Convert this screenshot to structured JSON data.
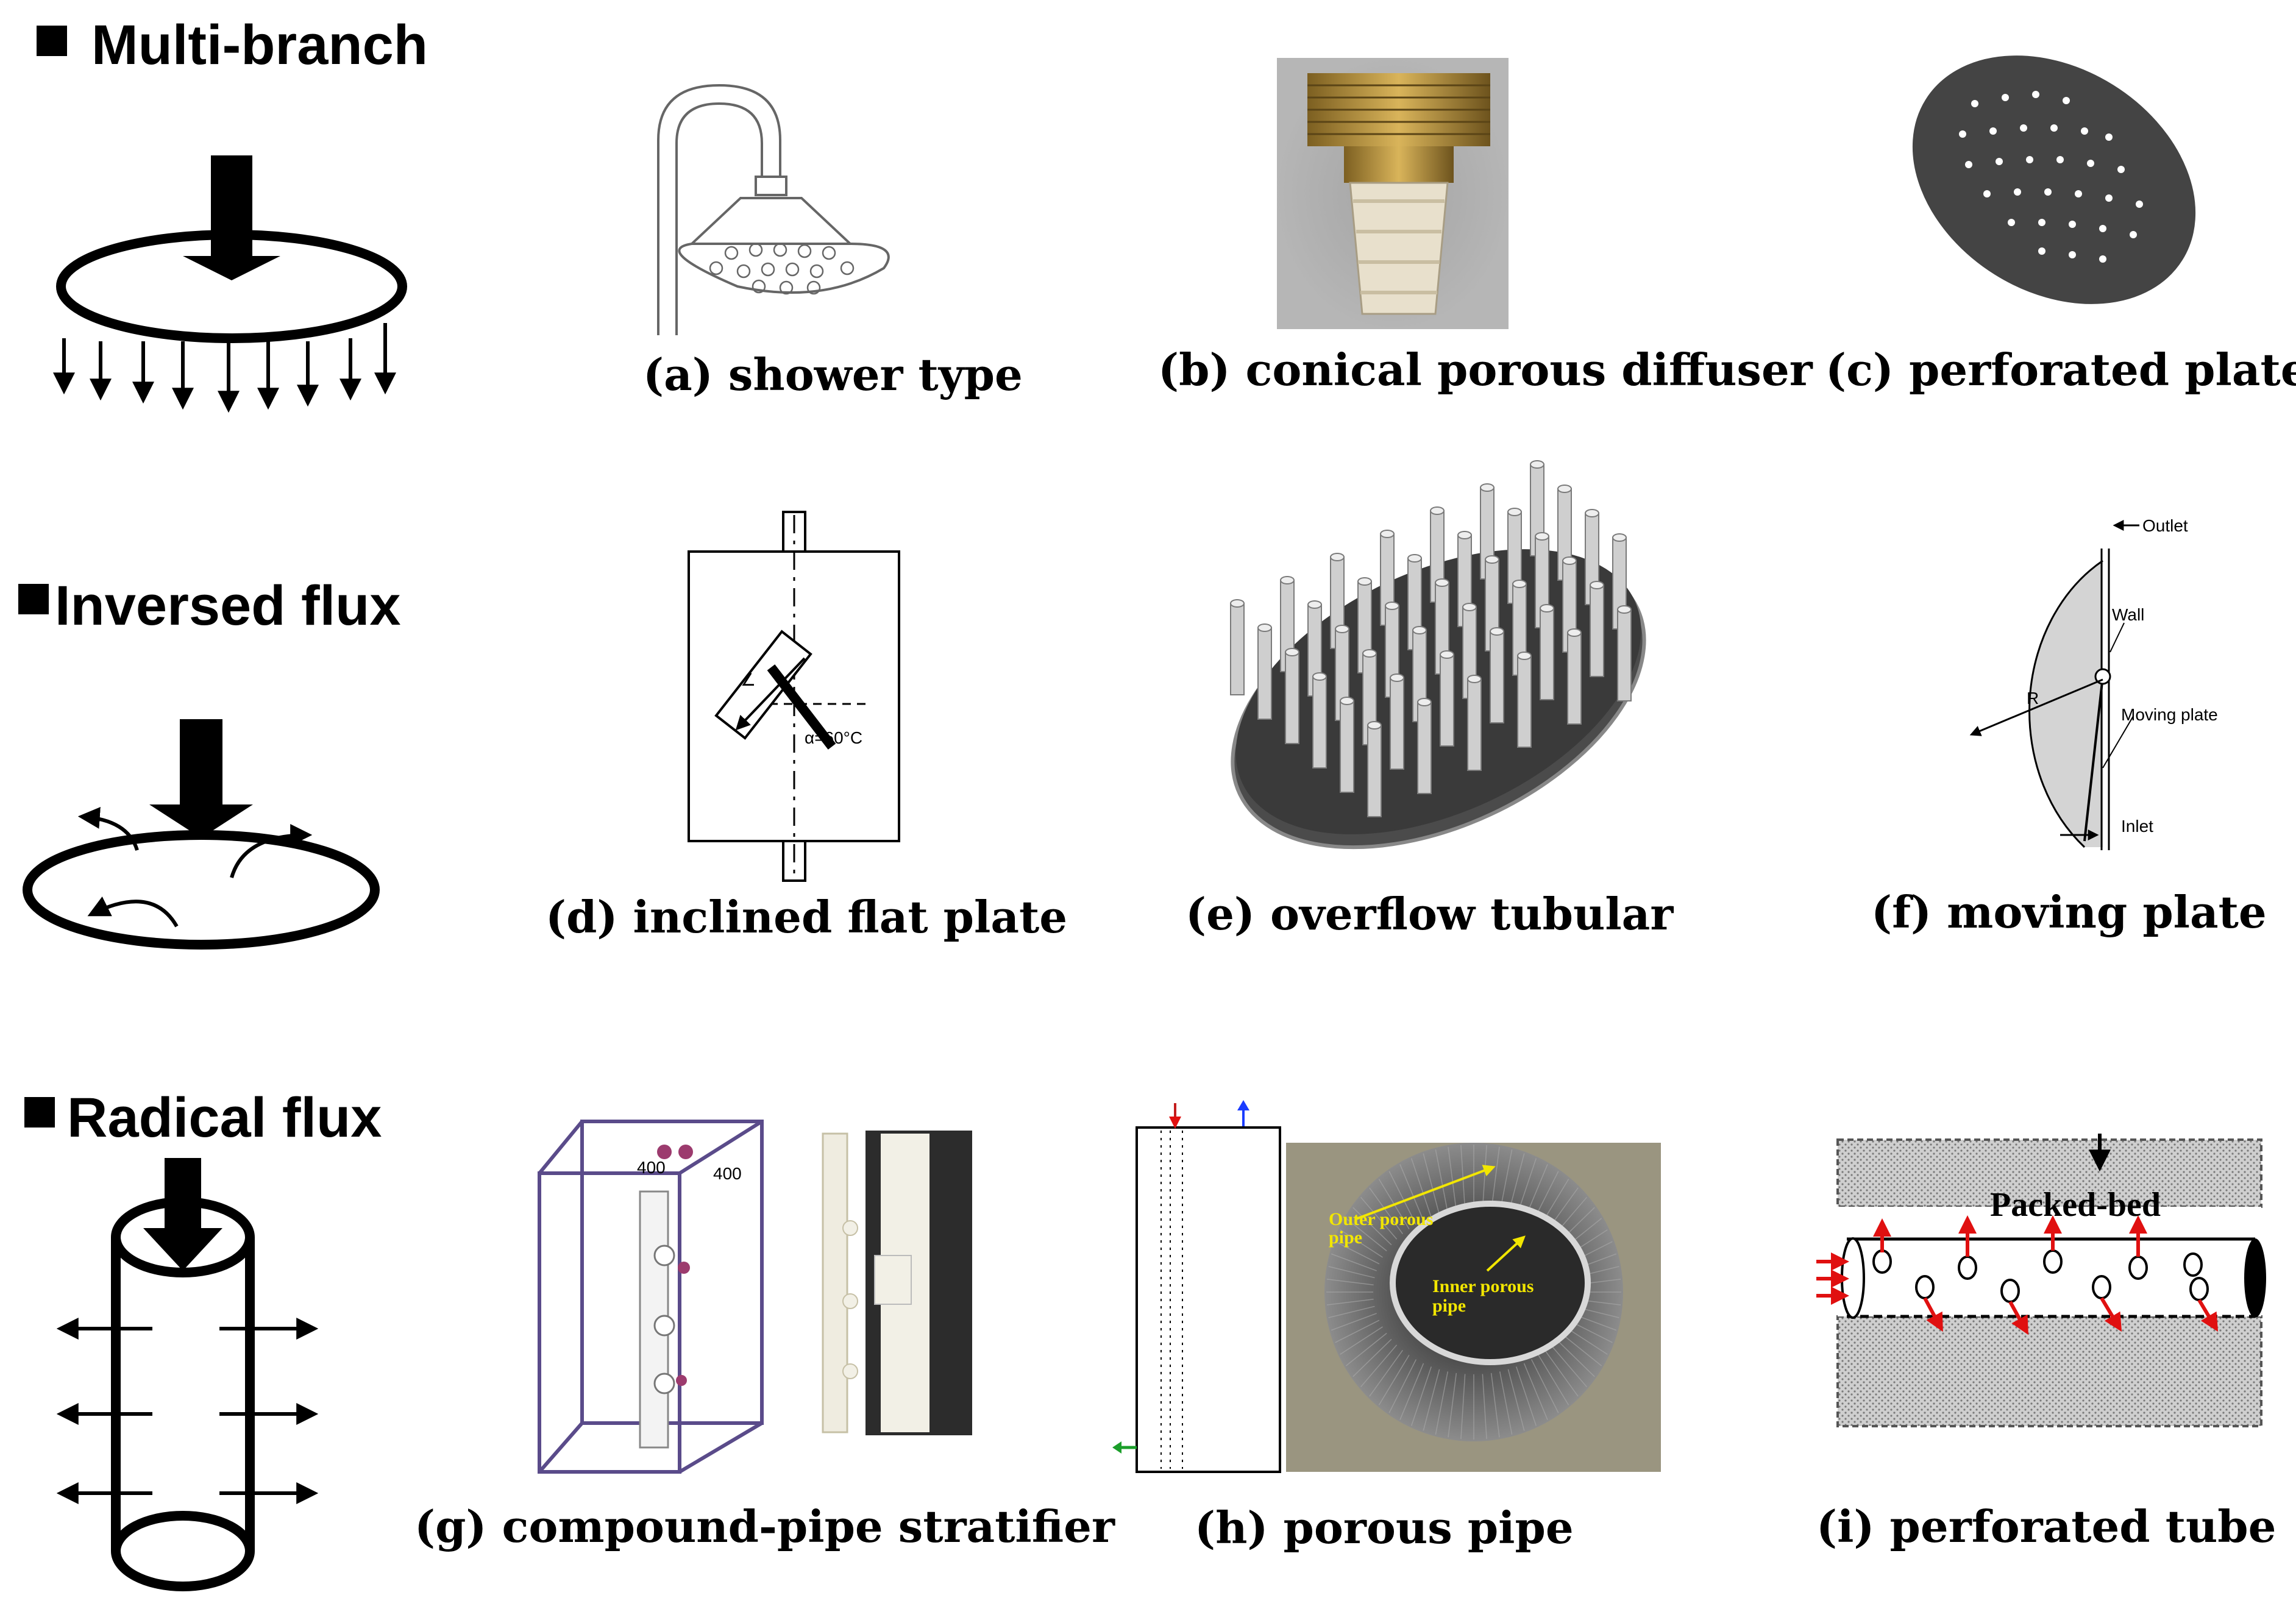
{
  "rows": [
    {
      "title": "Multi-branch"
    },
    {
      "title": "Inversed flux"
    },
    {
      "title": "Radical flux"
    }
  ],
  "captions": {
    "a": "(a) shower type",
    "b": "(b) conical porous diffuser",
    "c": "(c) perforated plate",
    "d": "(d) inclined flat plate",
    "e": "(e) overflow tubular",
    "f": "(f) moving plate",
    "g": "(g) compound-pipe stratifier",
    "h": "(h) porous pipe",
    "i": "(i) perforated tube"
  },
  "labels": {
    "d_alpha": "α=60°C",
    "d_angle": "∠",
    "f_outlet": "Outlet",
    "f_wall": "Wall",
    "f_radius": "R",
    "f_moving_plate": "Moving plate",
    "f_inlet": "Inlet",
    "g_dim1": "400",
    "g_dim2": "400",
    "h_outer": "Outer porous",
    "h_outer2": "pipe",
    "h_inner": "Inner porous",
    "h_inner2": "pipe",
    "i_packed_bed": "Packed-bed"
  },
  "colors": {
    "ink": "#000000",
    "brass": "#b8963f",
    "dark_plate": "#3a3a3a",
    "gray_fill": "#d4d4d4",
    "red_arrow": "#e01010",
    "yellow_label": "#f2e600",
    "blue_arrow": "#1a3cff",
    "green_arrow": "#1b9e2a",
    "purple_box": "#5a4b8a"
  }
}
